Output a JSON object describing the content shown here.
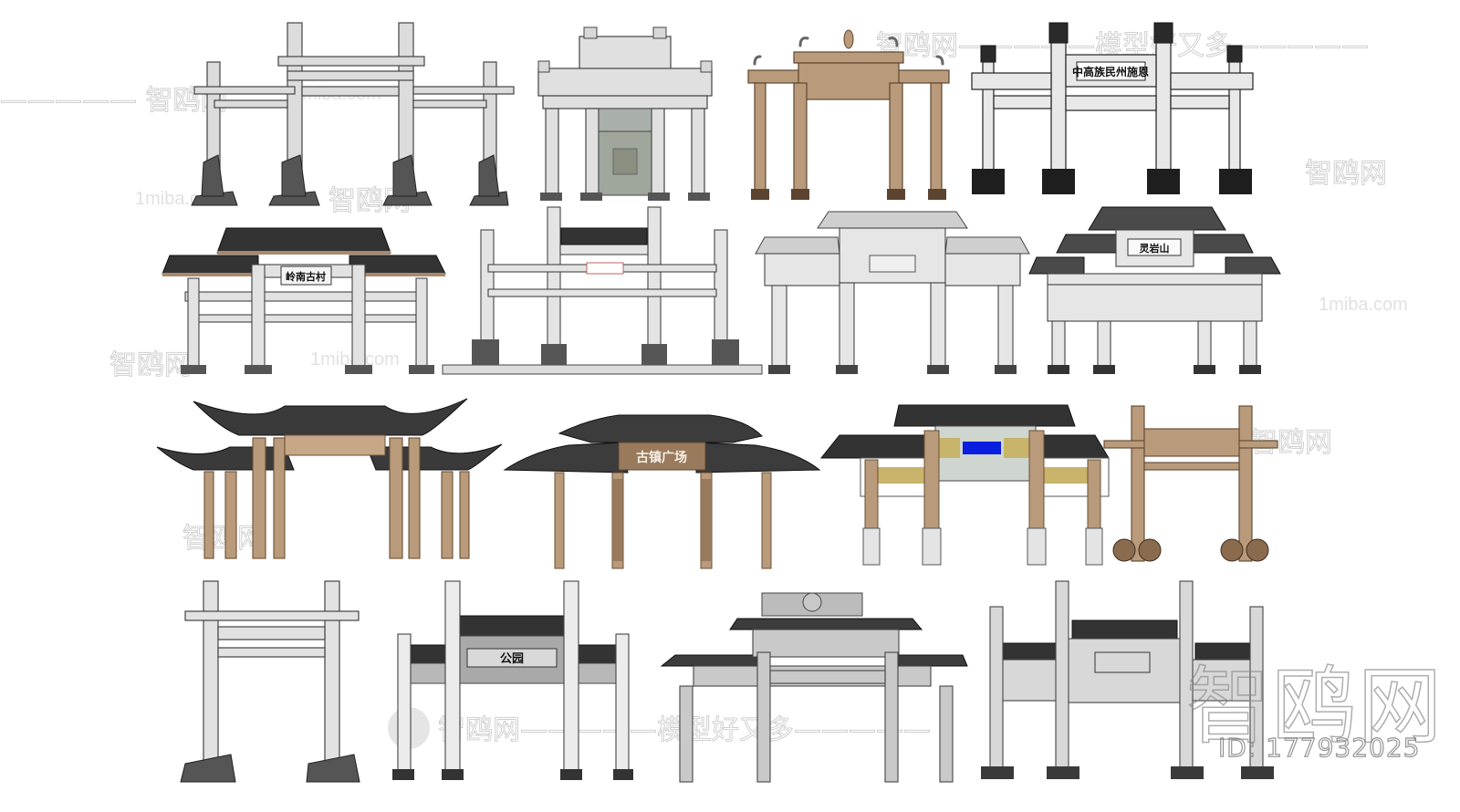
{
  "image": {
    "description": "Collage of 3D-rendered traditional Chinese memorial archway (paifang) models",
    "background": "#ffffff"
  },
  "watermarks": {
    "brand_cn": "智鸥网",
    "slogan": "智鸥网—————模型好又多—————",
    "url": "1miba.com",
    "dashes": "—————",
    "big_brand": "智鸥网",
    "id_text": "ID: 177932025"
  },
  "colors": {
    "stone": "#d9d9d9",
    "stone_dark": "#7a7a7a",
    "wood": "#b99a7a",
    "wood_dark": "#8a6b4e",
    "roof": "#3a3a3a",
    "black_stone": "#2a2a2a",
    "blue_plaque": "#0a1ee0",
    "gold_panel": "#c8b46a"
  },
  "gates": [
    {
      "row": 1,
      "index": 1,
      "style": "stone-5-pillar-plain",
      "material": "stone",
      "plaque": ""
    },
    {
      "row": 1,
      "index": 2,
      "style": "stone-hui-style-with-relief",
      "material": "stone",
      "plaque": ""
    },
    {
      "row": 1,
      "index": 3,
      "style": "wood-4-pillar",
      "material": "wood",
      "plaque": ""
    },
    {
      "row": 1,
      "index": 4,
      "style": "black-stone-4-pillar",
      "material": "black-stone",
      "plaque": "中高族民州施恩"
    },
    {
      "row": 2,
      "index": 1,
      "style": "tiled-roof-3-bay",
      "material": "stone",
      "plaque": "岭南古村"
    },
    {
      "row": 2,
      "index": 2,
      "style": "stone-4-pillar-long-base",
      "material": "stone",
      "plaque": ""
    },
    {
      "row": 2,
      "index": 3,
      "style": "stone-bracket-roof",
      "material": "stone",
      "plaque": ""
    },
    {
      "row": 2,
      "index": 4,
      "style": "multi-roof-5-bay",
      "material": "stone",
      "plaque": "灵岩山"
    },
    {
      "row": 3,
      "index": 1,
      "style": "flying-eave-wood-columns",
      "material": "wood",
      "plaque": ""
    },
    {
      "row": 3,
      "index": 2,
      "style": "curved-roof-wood-couplets",
      "material": "wood",
      "plaque": "古镇广场"
    },
    {
      "row": 3,
      "index": 3,
      "style": "painted-panels-blue-plaque",
      "material": "wood-stone",
      "plaque": ""
    },
    {
      "row": 3,
      "index": 4,
      "style": "wood-2-pillar-drum-base",
      "material": "wood",
      "plaque": ""
    },
    {
      "row": 4,
      "index": 1,
      "style": "stone-2-pillar",
      "material": "stone",
      "plaque": ""
    },
    {
      "row": 4,
      "index": 2,
      "style": "stone-4-pillar-tiled",
      "material": "stone",
      "plaque": "公园"
    },
    {
      "row": 4,
      "index": 3,
      "style": "grey-brick-couplets",
      "material": "stone",
      "plaque": ""
    },
    {
      "row": 4,
      "index": 4,
      "style": "grey-stone-6-pillar",
      "material": "stone",
      "plaque": ""
    }
  ]
}
